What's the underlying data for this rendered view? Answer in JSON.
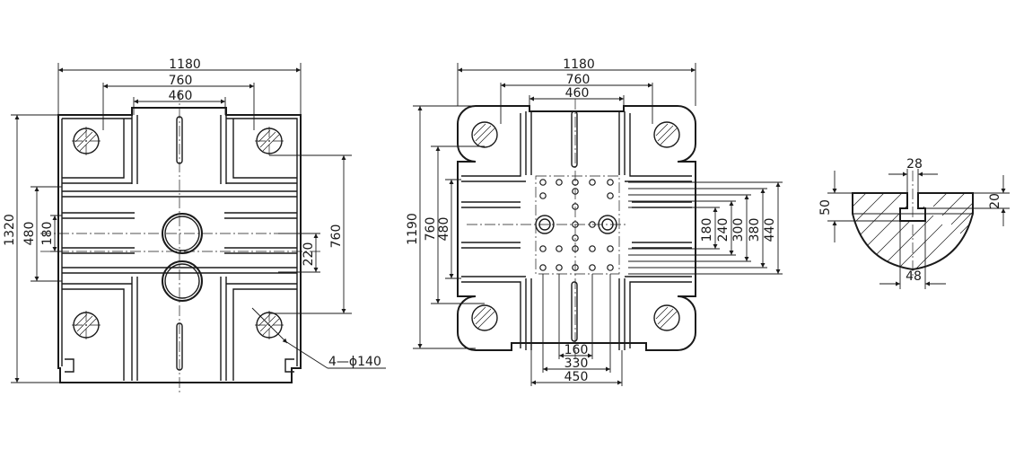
{
  "colors": {
    "ink": "#1a1a1a",
    "background": "#ffffff"
  },
  "views": {
    "left": {
      "dim_width_overall": "1180",
      "dim_width_mid": "760",
      "dim_width_inner": "460",
      "dim_height_overall": "1320",
      "dim_height_480": "480",
      "dim_height_180": "180",
      "dim_right_760": "760",
      "dim_right_220": "220",
      "hole_callout": "4—ϕ140"
    },
    "middle": {
      "dim_width_overall": "1180",
      "dim_width_mid": "760",
      "dim_width_inner": "460",
      "dim_height_1190": "1190",
      "dim_height_760": "760",
      "dim_height_480": "480",
      "dim_right_180": "180",
      "dim_right_240": "240",
      "dim_right_300": "300",
      "dim_right_380": "380",
      "dim_right_440": "440",
      "dim_bottom_160": "160",
      "dim_bottom_330": "330",
      "dim_bottom_450": "450"
    },
    "section": {
      "dim_slot_width": "28",
      "dim_depth_50": "50",
      "dim_depth_20": "20",
      "dim_bottom_48": "48"
    }
  }
}
